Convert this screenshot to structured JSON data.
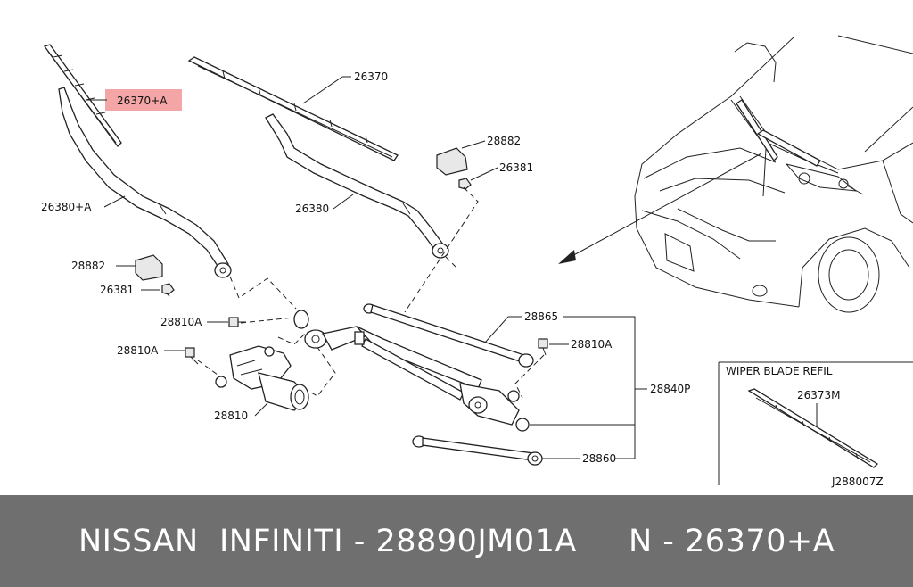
{
  "diagram": {
    "labels": {
      "blade_front_highlight": "26370+A",
      "blade_rear": "26370",
      "arm_front": "26380+A",
      "arm_rear": "26380",
      "cap_upper": "28882",
      "nut_upper": "26381",
      "cap_lower": "28882",
      "nut_lower": "26381",
      "bolt_a1": "28810A",
      "bolt_a2": "28810A",
      "bolt_a3": "28810A",
      "motor": "28810",
      "link_upper": "28865",
      "link_assy": "28840P",
      "link_lower": "28860"
    },
    "refill_box": {
      "title": "WIPER BLADE REFIL",
      "part": "26373M"
    },
    "diagram_code": "J288007Z",
    "highlight_color": "#f4a6a6"
  },
  "footer": {
    "text": "NISSAN  INFINITI - 28890JM01A     N - 26370+A",
    "background": "#6f6f6f"
  }
}
